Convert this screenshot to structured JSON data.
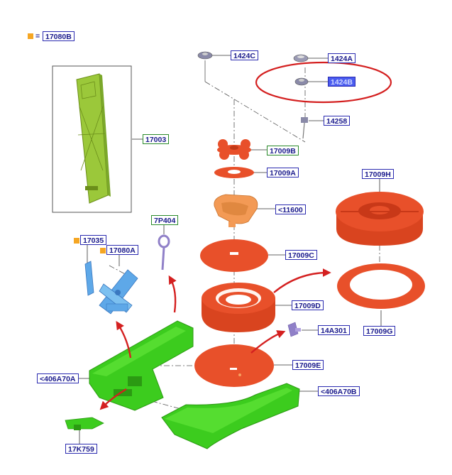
{
  "legend": {
    "marker_color": "#f5a623",
    "equals": "=",
    "part": "17080B"
  },
  "colors": {
    "orange": "#e8502a",
    "orange_light": "#f39a55",
    "green": "#3ccc1e",
    "green_dark": "#2b9a12",
    "olive": "#9bc83a",
    "gray": "#8a8aa8",
    "purple": "#9080c8",
    "red_arrow": "#d42020",
    "label_border": "#2a2ab0",
    "highlight": "#4a5cf0"
  },
  "labels": {
    "p1424C": "1424C",
    "p1424A": "1424A",
    "p1424B": "1424B",
    "p14258": "14258",
    "p17003": "17003",
    "p17009B": "17009B",
    "p17009A": "17009A",
    "p11600": "<11600",
    "p17009H": "17009H",
    "p7P404": "7P404",
    "p17035": "17035",
    "p17080A": "17080A",
    "p17009C": "17009C",
    "p17009D": "17009D",
    "p14A301": "14A301",
    "p17009G": "17009G",
    "p17009E": "17009E",
    "p406A70A": "<406A70A",
    "p406A70B": "<406A70B",
    "p17K759": "17K759"
  }
}
